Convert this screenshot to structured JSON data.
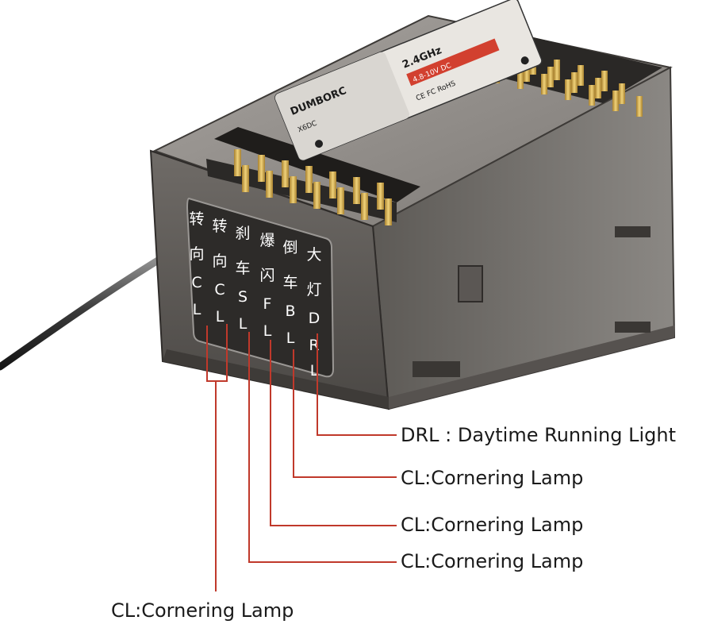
{
  "colors": {
    "leader_line": "#c0392b",
    "case_dark": "#4a4744",
    "case_mid": "#6b6864",
    "case_light": "#8a8784",
    "pin_gold": "#c9a24a",
    "label_red": "#d2402f"
  },
  "device_label": {
    "brand": "DUMBORC",
    "model": "X6DC",
    "freq": "2.4GHz",
    "voltage": "4.8-10V DC",
    "marks": "CE FC RoHS"
  },
  "channels": [
    {
      "id": "cl1",
      "cn1": "转",
      "cn2": "向",
      "l1": "C",
      "l2": "L",
      "l3": ""
    },
    {
      "id": "cl2",
      "cn1": "转",
      "cn2": "向",
      "l1": "C",
      "l2": "L",
      "l3": ""
    },
    {
      "id": "sl",
      "cn1": "刹",
      "cn2": "车",
      "l1": "S",
      "l2": "L",
      "l3": ""
    },
    {
      "id": "fl",
      "cn1": "爆",
      "cn2": "闪",
      "l1": "F",
      "l2": "L",
      "l3": ""
    },
    {
      "id": "bl",
      "cn1": "倒",
      "cn2": "车",
      "l1": "B",
      "l2": "L",
      "l3": ""
    },
    {
      "id": "drl",
      "cn1": "大",
      "cn2": "灯",
      "l1": "D",
      "l2": "R",
      "l3": "L"
    }
  ],
  "callouts": {
    "drl": "DRL : Daytime Running Light",
    "bl": "CL:Cornering Lamp",
    "fl": "CL:Cornering Lamp",
    "sl": "CL:Cornering Lamp",
    "cl": "CL:Cornering Lamp"
  }
}
